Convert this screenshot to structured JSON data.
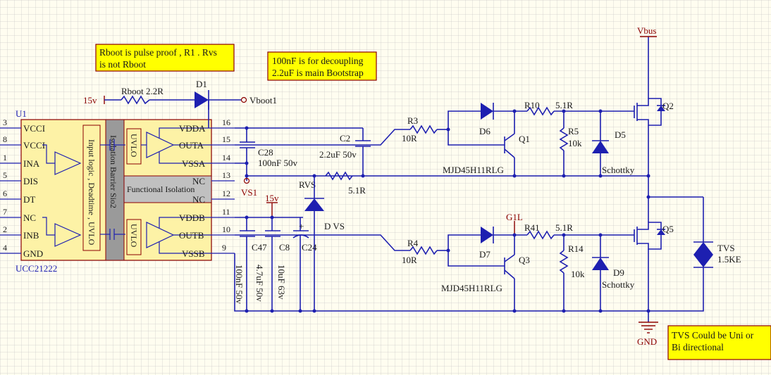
{
  "notes": {
    "rboot": [
      "Rboot is pulse proof , R1 . Rvs",
      "is not Rboot"
    ],
    "decoupling": [
      "100nF is for decoupling",
      "2.2uF is main Bootstrap"
    ],
    "tvs": [
      "TVS Could be Uni or",
      "Bi directional"
    ]
  },
  "ic": {
    "ref": "U1",
    "part": "UCC21222",
    "left_pins": [
      {
        "num": "3",
        "name": "VCCI"
      },
      {
        "num": "8",
        "name": "VCCI"
      },
      {
        "num": "1",
        "name": "INA"
      },
      {
        "num": "5",
        "name": "DIS"
      },
      {
        "num": "6",
        "name": "DT"
      },
      {
        "num": "7",
        "name": "NC"
      },
      {
        "num": "2",
        "name": "INB"
      },
      {
        "num": "4",
        "name": "GND"
      }
    ],
    "right_pins": [
      {
        "num": "16",
        "name": "VDDA"
      },
      {
        "num": "15",
        "name": "OUTA"
      },
      {
        "num": "14",
        "name": "VSSA"
      },
      {
        "num": "13",
        "name": "NC"
      },
      {
        "num": "12",
        "name": "NC"
      },
      {
        "num": "11",
        "name": "VDDB"
      },
      {
        "num": "10",
        "name": "OUTB"
      },
      {
        "num": "9",
        "name": "VSSB"
      }
    ],
    "logic_label": "Input logic , Deadtime , UVLO",
    "barrier_label": "Isolation Barrier Sio2",
    "uvlo": "UVLO",
    "func_iso": "Functional Isolation"
  },
  "nets": {
    "v15_top": "15v",
    "vboot1": "Vboot1",
    "vs1": "VS1",
    "v15_mid": "15v",
    "g1l": "G1L",
    "vbus": "Vbus",
    "gnd": "GND",
    "dvs": "D VS",
    "schottky1": "Schottky",
    "schottky2": "Schottky"
  },
  "components": {
    "rboot": {
      "ref": "Rboot",
      "value": "2.2R"
    },
    "d1": {
      "ref": "D1"
    },
    "c28": {
      "ref": "C28",
      "value": "100nF 50v"
    },
    "c2": {
      "ref": "C2",
      "value": "2.2uF 50v"
    },
    "rvs": {
      "ref": "RVS",
      "value": "5.1R"
    },
    "r3": {
      "ref": "R3",
      "value": "10R"
    },
    "d6": {
      "ref": "D6"
    },
    "r10": {
      "ref": "R10",
      "value": "5.1R"
    },
    "q1": {
      "ref": "Q1",
      "part": "MJD45H11RLG"
    },
    "r5": {
      "ref": "R5",
      "value": "10k"
    },
    "d5": {
      "ref": "D5"
    },
    "q2": {
      "ref": "Q2"
    },
    "c47": {
      "ref": "C47",
      "value": "100nF 50v"
    },
    "c8": {
      "ref": "C8",
      "value": "4.7uF 50v"
    },
    "c24": {
      "ref": "C24",
      "value": "10uF 63v"
    },
    "r4": {
      "ref": "R4",
      "value": "10R"
    },
    "d7": {
      "ref": "D7"
    },
    "r41": {
      "ref": "R41",
      "value": "5.1R"
    },
    "q3": {
      "ref": "Q3",
      "part": "MJD45H11RLG"
    },
    "r14": {
      "ref": "R14",
      "value": "10k"
    },
    "d9": {
      "ref": "D9"
    },
    "q5": {
      "ref": "Q5"
    },
    "tvs": {
      "ref": "TVS",
      "value": "1.5KE"
    }
  },
  "colors": {
    "wire": "#1d1fb0",
    "power": "#8b0000",
    "ic_fill": "#fdf2a6",
    "note_fill": "#ffff00",
    "func_iso_fill": "#c0c0c0",
    "barrier_fill": "#9a9a9a"
  }
}
